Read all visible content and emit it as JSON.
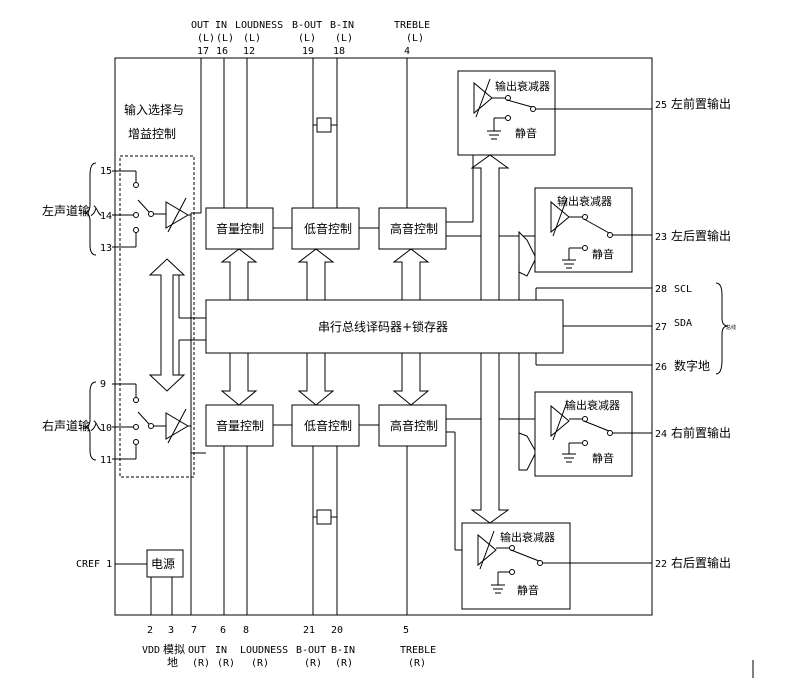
{
  "top_pins": [
    {
      "label": "OUT",
      "ch": "(L)",
      "num": "17"
    },
    {
      "label": "IN",
      "ch": "(L)",
      "num": "16"
    },
    {
      "label": "LOUDNESS",
      "ch": "(L)",
      "num": "12"
    },
    {
      "label": "B-OUT",
      "ch": "(L)",
      "num": "19"
    },
    {
      "label": "B-IN",
      "ch": "(L)",
      "num": "18"
    },
    {
      "label": "TREBLE",
      "ch": "(L)",
      "num": "4"
    }
  ],
  "bottom_pins": [
    {
      "num": "2",
      "label": "VDD",
      "ch": ""
    },
    {
      "num": "3",
      "label": "模拟",
      "ch": "地"
    },
    {
      "num": "7",
      "label": "OUT",
      "ch": "(R)"
    },
    {
      "num": "6",
      "label": "IN",
      "ch": "(R)"
    },
    {
      "num": "8",
      "label": "LOUDNESS",
      "ch": "(R)"
    },
    {
      "num": "21",
      "label": "B-OUT",
      "ch": "(R)"
    },
    {
      "num": "20",
      "label": "B-IN",
      "ch": "(R)"
    },
    {
      "num": "5",
      "label": "TREBLE",
      "ch": "(R)"
    }
  ],
  "input_select": {
    "title_line1": "输入选择与",
    "title_line2": "增益控制"
  },
  "left_input": {
    "label": "左声道输入",
    "pins": [
      "15",
      "14",
      "13"
    ]
  },
  "right_input": {
    "label": "右声道输入",
    "pins": [
      "9",
      "10",
      "11"
    ]
  },
  "cref": {
    "label": "CREF 1"
  },
  "power": {
    "label": "电源"
  },
  "blocks": {
    "volume": "音量控制",
    "bass": "低音控制",
    "treble": "高音控制",
    "decoder": "串行总线译码器+锁存器"
  },
  "attenuator": {
    "title": "输出衰减器",
    "mute": "静音"
  },
  "outputs": [
    {
      "num": "25",
      "label": "左前置输出"
    },
    {
      "num": "23",
      "label": "左后置输出"
    },
    {
      "num": "24",
      "label": "右前置输出"
    },
    {
      "num": "22",
      "label": "右后置输出"
    }
  ],
  "bus_pins": [
    {
      "num": "28",
      "label": "SCL"
    },
    {
      "num": "27",
      "label": "SDA"
    },
    {
      "num": "26",
      "label": "数字地"
    }
  ],
  "bus_group_label": "总线"
}
